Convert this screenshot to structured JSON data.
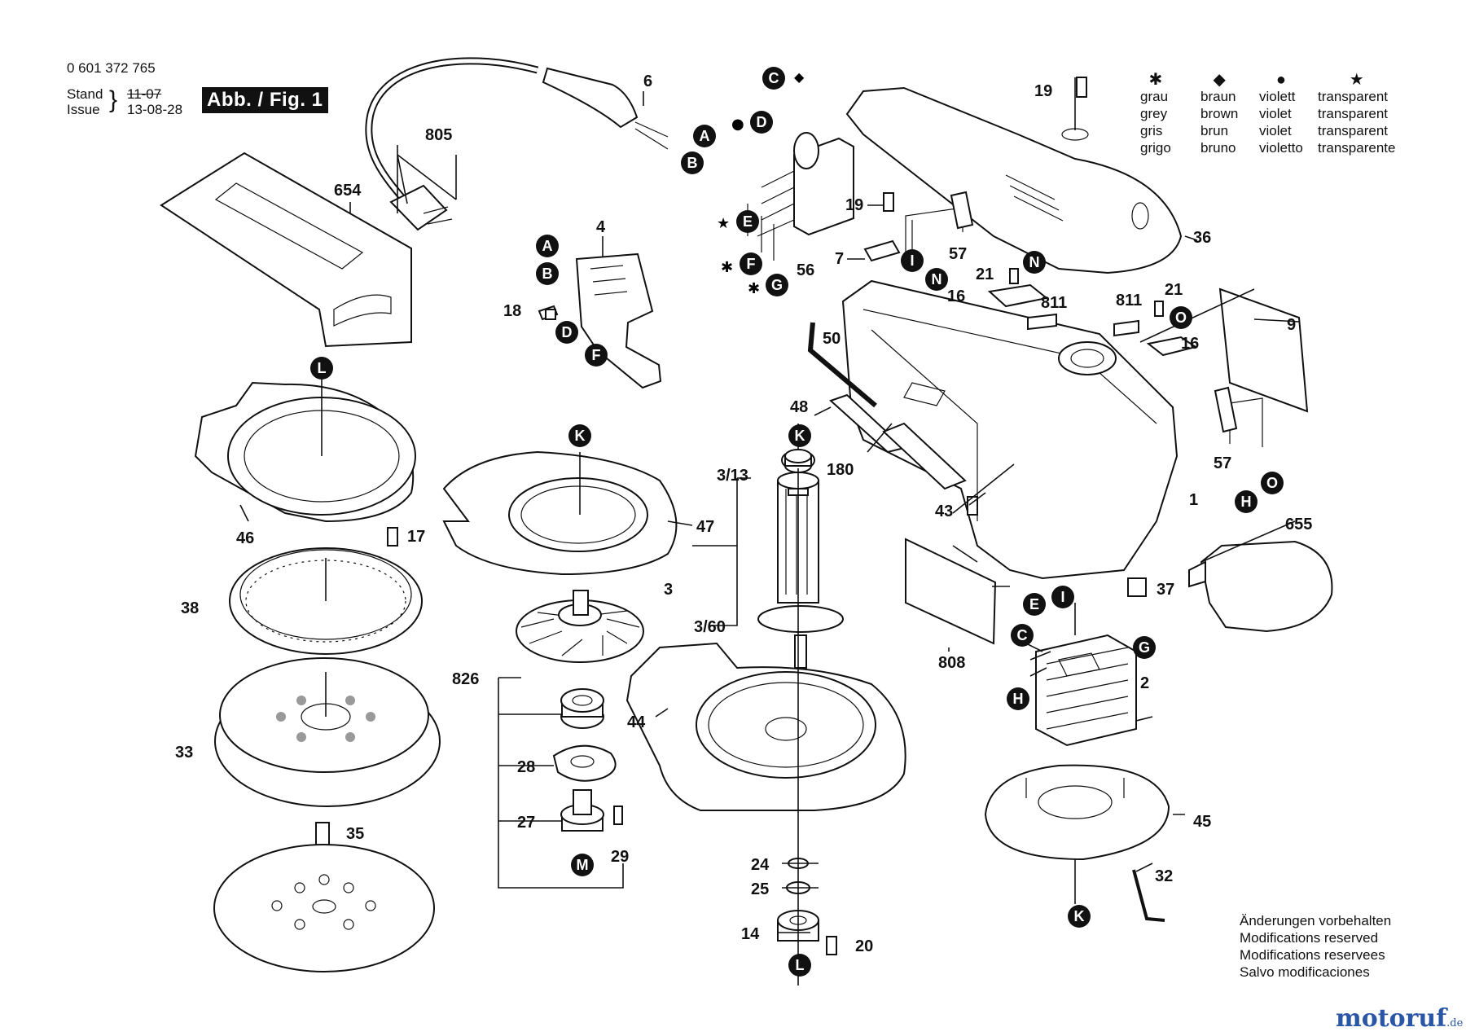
{
  "header": {
    "part_number": "0 601 372 765",
    "stand_label": "Stand",
    "issue_label": "Issue",
    "stand_value": "11-07",
    "issue_value": "13-08-28",
    "figure_label": "Abb. / Fig. 1"
  },
  "legend": [
    {
      "symbol": "✱",
      "texts": [
        "grau",
        "grey",
        "gris",
        "grigo"
      ]
    },
    {
      "symbol": "◆",
      "texts": [
        "braun",
        "brown",
        "brun",
        "bruno"
      ]
    },
    {
      "symbol": "●",
      "texts": [
        "violett",
        "violet",
        "violet",
        "violetto"
      ]
    },
    {
      "symbol": "★",
      "texts": [
        "transparent",
        "transparent",
        "transparent",
        "transparente"
      ]
    }
  ],
  "part_labels": [
    "805",
    "6",
    "654",
    "4",
    "18",
    "19",
    "7",
    "57",
    "21",
    "16",
    "811",
    "56",
    "50",
    "48",
    "180",
    "3/13",
    "3",
    "3/60",
    "47",
    "46",
    "17",
    "38",
    "33",
    "35",
    "826",
    "28",
    "27",
    "29",
    "44",
    "24",
    "25",
    "14",
    "20",
    "43",
    "1",
    "9",
    "655",
    "37",
    "808",
    "2",
    "45",
    "32",
    "36"
  ],
  "connectors": [
    "A",
    "B",
    "C",
    "D",
    "E",
    "F",
    "G",
    "H",
    "I",
    "K",
    "L",
    "M",
    "N",
    "O"
  ],
  "notice": [
    "Änderungen vorbehalten",
    "Modifications reserved",
    "Modifications reservees",
    "Salvo modificaciones"
  ],
  "brand": {
    "name": "motoruf",
    "tld": ".de"
  }
}
